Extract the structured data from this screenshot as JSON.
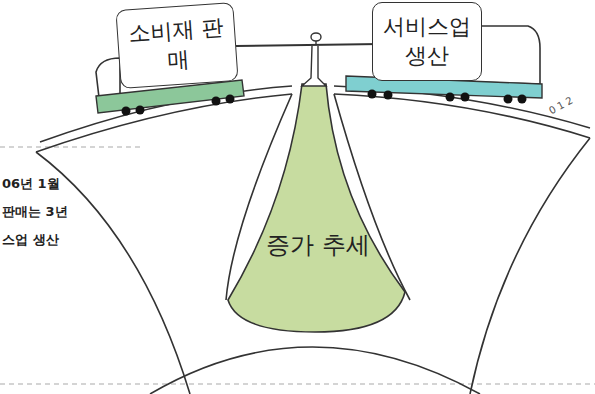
{
  "diagram": {
    "nodes": [
      {
        "text": [
          "소비재 판매"
        ]
      },
      {
        "text": [
          "서비스업 생산"
        ]
      },
      {
        "text": [
          "증가 추세"
        ]
      }
    ],
    "labels": [
      "06년 1월",
      "판매는 3년",
      "스업 생산",
      "0 1 2"
    ]
  }
}
